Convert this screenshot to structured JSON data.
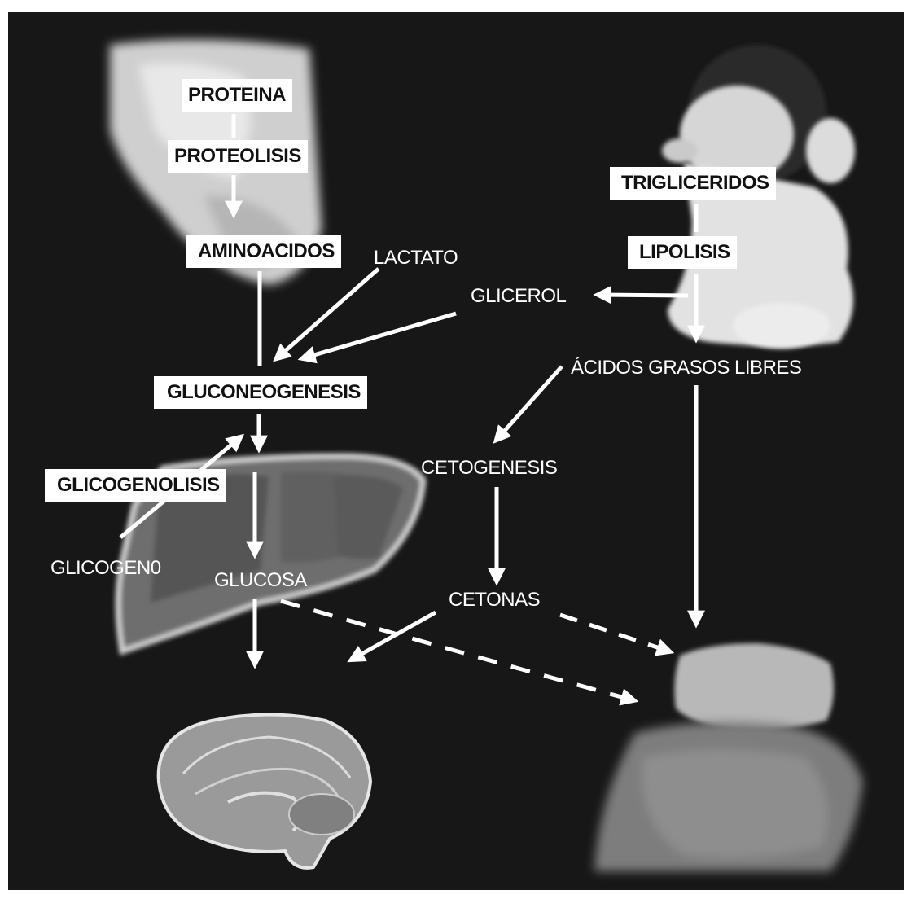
{
  "labels": {
    "proteina": "PROTEINA",
    "proteolisis": "PROTEOLISIS",
    "aminoacidos": "AMINOACIDOS",
    "lactato": "LACTATO",
    "gluconeogenesis": "GLUCONEOGENESIS",
    "glicogenolisis": "GLICOGENOLISIS",
    "glicogeno": "GLICOGEN0",
    "glucosa": "GLUCOSA",
    "trigliceridos": "TRIGLICERIDOS",
    "lipolisis": "LIPOLISIS",
    "glicerol": "GLICEROL",
    "acidos_grasos_libres": "ÁCIDOS GRASOS LIBRES",
    "cetogenesis": "CETOGENESIS",
    "cetonas": "CETONAS"
  },
  "images": [
    {
      "name": "muscle-photo",
      "depicts": "muscle"
    },
    {
      "name": "baby-photo",
      "depicts": "infant"
    },
    {
      "name": "liver-photo",
      "depicts": "liver"
    },
    {
      "name": "brain-photo",
      "depicts": "brain"
    },
    {
      "name": "fist-photo",
      "depicts": "muscle tissue"
    }
  ],
  "colors": {
    "background": "#171717",
    "box_fill": "#ffffff",
    "box_text": "#111111",
    "arrow": "#ffffff",
    "plain_text": "#ffffff"
  }
}
